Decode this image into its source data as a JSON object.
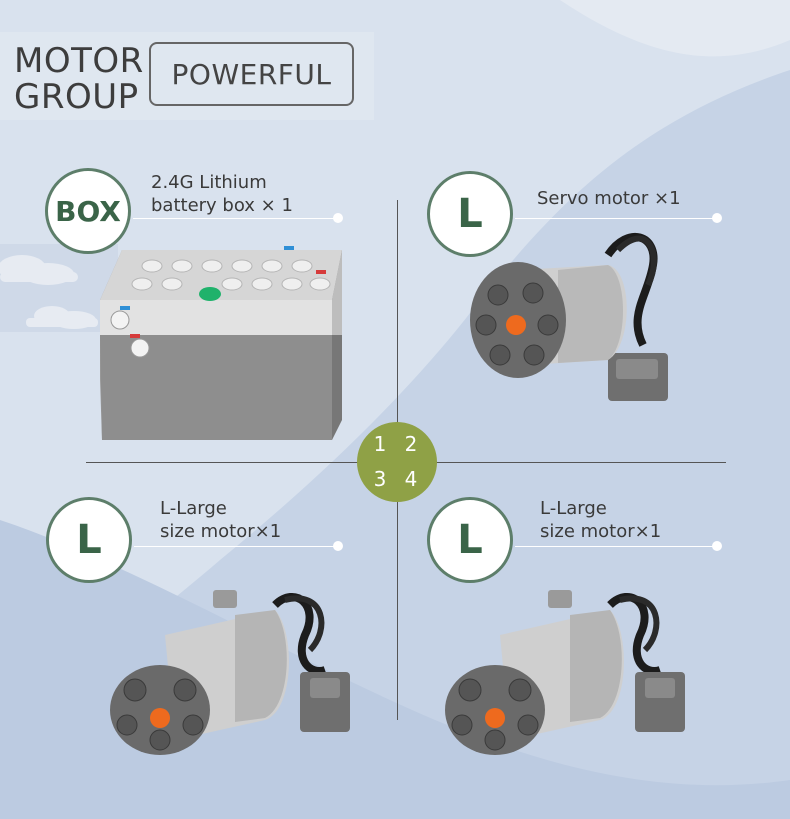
{
  "header": {
    "title_line1": "MOTOR",
    "title_line2": "GROUP",
    "tag": "POWERFUL"
  },
  "items": [
    {
      "badge": "BOX",
      "label_line1": "2.4G Lithium",
      "label_line2": "battery box × 1"
    },
    {
      "badge": "L",
      "label_line1": "Servo motor ×1",
      "label_line2": ""
    },
    {
      "badge": "L",
      "label_line1": "L-Large",
      "label_line2": "size motor×1"
    },
    {
      "badge": "L",
      "label_line1": "L-Large",
      "label_line2": "size motor×1"
    }
  ],
  "quadrant": [
    "1",
    "2",
    "3",
    "4"
  ],
  "colors": {
    "accent": "#5d7e6a",
    "center": "#8fa146",
    "background": "#c8d5e8"
  }
}
